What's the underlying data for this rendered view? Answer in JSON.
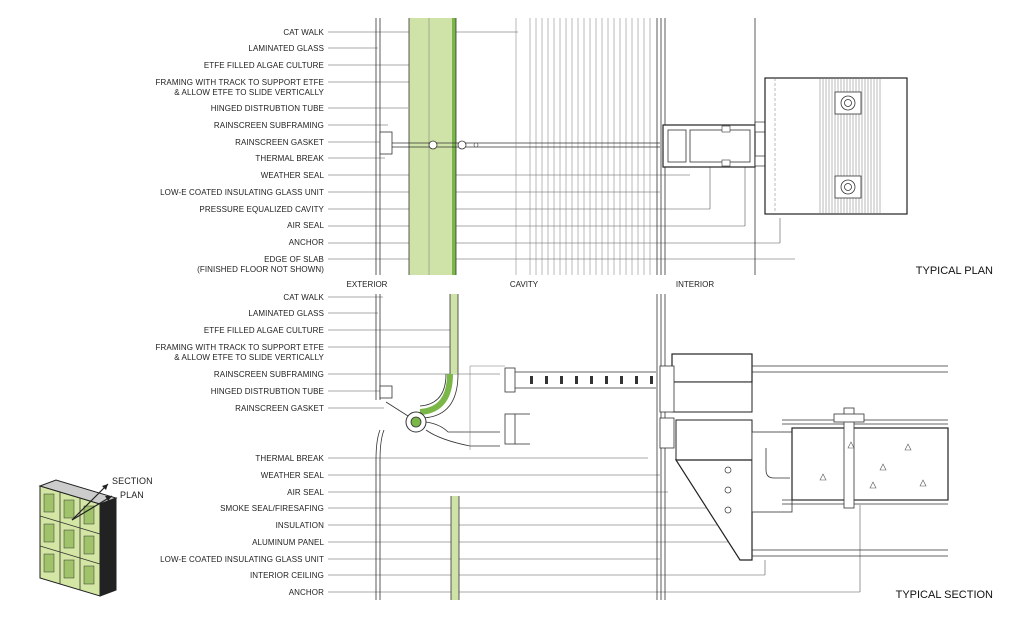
{
  "plan": {
    "title": "TYPICAL PLAN",
    "labels": [
      "CAT WALK",
      "LAMINATED GLASS",
      "ETFE FILLED ALGAE CULTURE",
      "FRAMING WITH TRACK TO SUPPORT ETFE",
      "& ALLOW ETFE TO SLIDE VERTICALLY",
      "HINGED DISTRUBTION TUBE",
      "RAINSCREEN SUBFRAMING",
      "RAINSCREEN GASKET",
      "THERMAL BREAK",
      "WEATHER SEAL",
      "LOW-E COATED INSULATING GLASS UNIT",
      "PRESSURE EQUALIZED CAVITY",
      "AIR SEAL",
      "ANCHOR",
      "EDGE OF SLAB",
      "(FINISHED FLOOR NOT SHOWN)"
    ]
  },
  "zones": {
    "exterior": "EXTERIOR",
    "cavity": "CAVITY",
    "interior": "INTERIOR"
  },
  "section": {
    "title": "TYPICAL SECTION",
    "labels": [
      "CAT WALK",
      "LAMINATED GLASS",
      "ETFE FILLED ALGAE CULTURE",
      "FRAMING WITH TRACK TO SUPPORT ETFE",
      "& ALLOW ETFE TO SLIDE VERTICALLY",
      "RAINSCREEN SUBFRAMING",
      "HINGED DISTRUBTION TUBE",
      "RAINSCREEN GASKET",
      "THERMAL BREAK",
      "WEATHER SEAL",
      "AIR SEAL",
      "SMOKE SEAL/FIRESAFING",
      "INSULATION",
      "ALUMINUM PANEL",
      "LOW-E COATED INSULATING GLASS UNIT",
      "INTERIOR CEILING",
      "ANCHOR"
    ]
  },
  "axon": {
    "section_label": "SECTION",
    "plan_label": "PLAN"
  },
  "colors": {
    "algae_light": "#cfe3a8",
    "algae_dark": "#7ab648",
    "line": "#333333"
  }
}
